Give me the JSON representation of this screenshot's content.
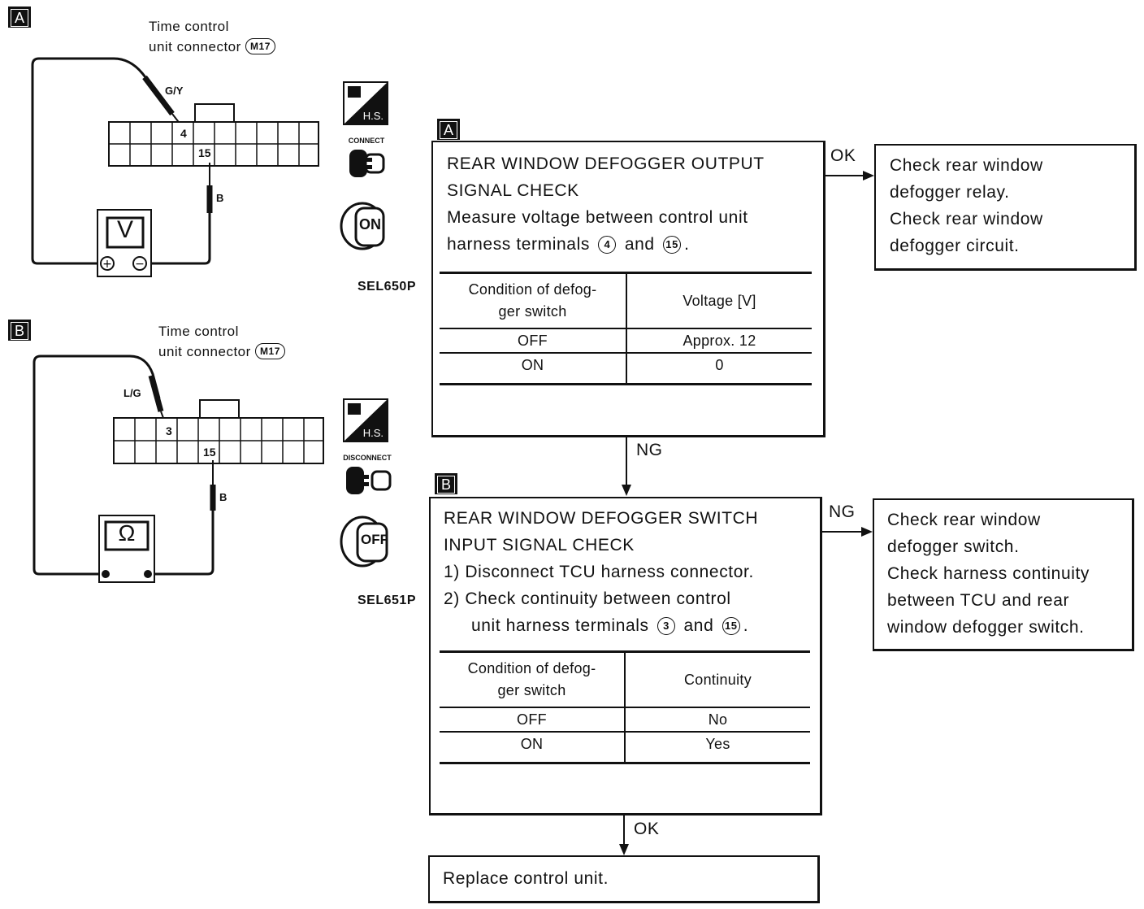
{
  "left_panel": {
    "diagram_a": {
      "tag": "A",
      "caption_line1": "Time control",
      "caption_line2": "unit connector",
      "connector_ref": "M17",
      "probe_pos_wire": "G/Y",
      "probe_neg_wire": "B",
      "terminal_pos": "4",
      "terminal_neg": "15",
      "meter_symbol": "V",
      "icon_top": "H.S.",
      "icon_mid": "CONNECT",
      "icon_bottom": "ON",
      "figure_code": "SEL650P"
    },
    "diagram_b": {
      "tag": "B",
      "caption_line1": "Time control",
      "caption_line2": "unit connector",
      "connector_ref": "M17",
      "probe_pos_wire": "L/G",
      "probe_neg_wire": "B",
      "terminal_pos": "3",
      "terminal_neg": "15",
      "meter_symbol": "Ω",
      "icon_top": "H.S.",
      "icon_mid": "DISCONNECT",
      "icon_bottom": "OFF",
      "figure_code": "SEL651P"
    }
  },
  "flow": {
    "step_a": {
      "tag": "A",
      "title_line1": "REAR WINDOW DEFOGGER OUTPUT",
      "title_line2": "SIGNAL CHECK",
      "line3": "Measure voltage between control unit",
      "line4_pre": "harness terminals",
      "t1": "4",
      "line4_and": "and",
      "t2": "15",
      "line4_post": ".",
      "table": {
        "header_col1_l1": "Condition of defog-",
        "header_col1_l2": "ger switch",
        "header_col2": "Voltage [V]",
        "rows": [
          {
            "cond": "OFF",
            "value": "Approx. 12"
          },
          {
            "cond": "ON",
            "value": "0"
          }
        ]
      }
    },
    "ok_a": {
      "label": "OK",
      "line1": "Check rear window",
      "line2": "defogger relay.",
      "line3": "Check rear window",
      "line4": "defogger circuit."
    },
    "ng_a_label": "NG",
    "step_b": {
      "tag": "B",
      "title_line1": "REAR WINDOW DEFOGGER SWITCH",
      "title_line2": "INPUT SIGNAL CHECK",
      "item1_num": "1)",
      "item1": "Disconnect TCU harness connector.",
      "item2_num": "2)",
      "item2_l1": "Check continuity between control",
      "item2_l2_pre": "unit harness terminals",
      "t1": "3",
      "item2_and": "and",
      "t2": "15",
      "item2_post": ".",
      "table": {
        "header_col1_l1": "Condition of defog-",
        "header_col1_l2": "ger switch",
        "header_col2": "Continuity",
        "rows": [
          {
            "cond": "OFF",
            "value": "No"
          },
          {
            "cond": "ON",
            "value": "Yes"
          }
        ]
      }
    },
    "ng_b": {
      "label": "NG",
      "line1": "Check rear window",
      "line2": "defogger switch.",
      "line3": "Check harness continuity",
      "line4": "between TCU and rear",
      "line5": "window defogger switch."
    },
    "ok_b_label": "OK",
    "final": "Replace control unit."
  }
}
